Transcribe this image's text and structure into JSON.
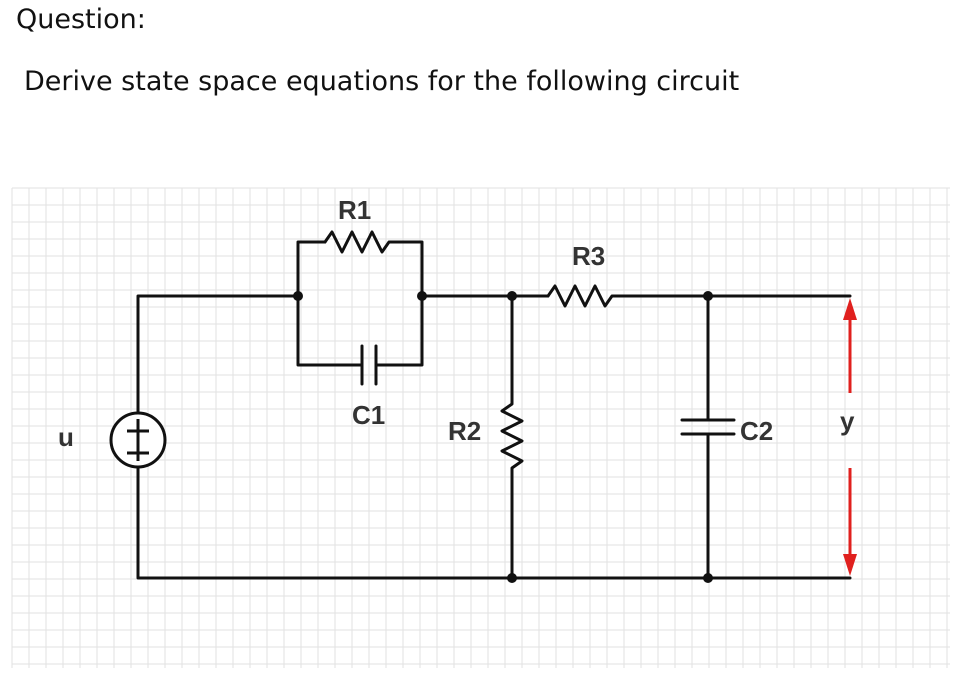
{
  "question": {
    "title": "Question:",
    "text": "Derive state space equations for the following circuit"
  },
  "circuit": {
    "components": {
      "R1": "R1",
      "R2": "R2",
      "R3": "R3",
      "C1": "C1",
      "C2": "C2",
      "source": "u",
      "output": "y"
    },
    "colors": {
      "wire": "#111111",
      "arrow": "#e0201e",
      "grid": "#dcdcdc"
    }
  }
}
